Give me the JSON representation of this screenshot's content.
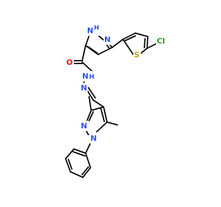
{
  "molecule": {
    "colors": {
      "bond": "#000000",
      "N": "#3050F8",
      "O": "#FF0D0D",
      "S": "#C8A000",
      "Cl": "#1FA01F"
    },
    "atoms": {
      "nh_ring_n": "N",
      "nh_h": "H",
      "ring_n": "N",
      "thiophene_s": "S",
      "chlorine": "Cl",
      "carbonyl_o": "O",
      "amide_nh_n": "N",
      "amide_nh_h": "H",
      "imine_n": "N",
      "pyrazole2_n1": "N",
      "pyrazole2_n2": "N"
    }
  }
}
